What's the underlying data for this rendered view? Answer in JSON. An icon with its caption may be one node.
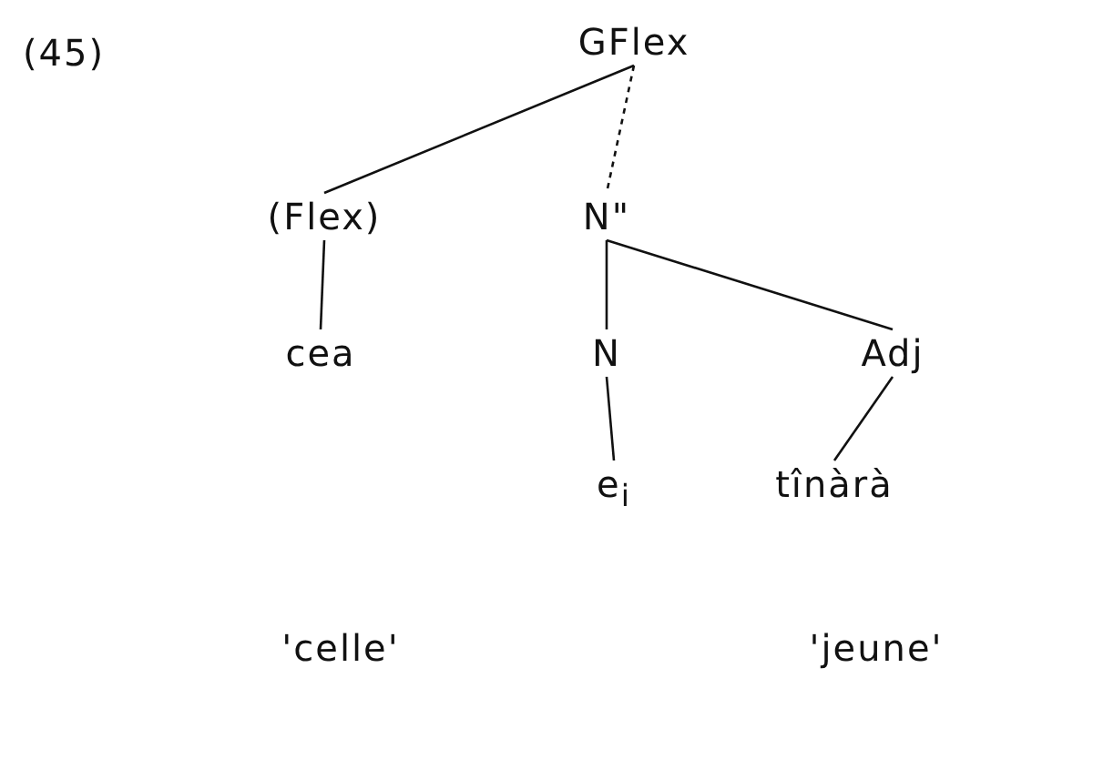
{
  "diagram": {
    "nodes": [
      {
        "text": [
          "GFlex"
        ]
      },
      {
        "text": [
          "(Flex)"
        ]
      },
      {
        "text": [
          "N\""
        ]
      },
      {
        "text": [
          "cea"
        ]
      },
      {
        "text": [
          "N"
        ]
      },
      {
        "text": [
          "Adj"
        ]
      },
      {
        "text": [
          "e$_{i}$"
        ]
      },
      {
        "text": [
          "tînàrà"
        ]
      }
    ],
    "edges": [
      {
        "from": 0,
        "to": 1,
        "arrow": "none"
      },
      {
        "from": 0,
        "to": 2,
        "arrow": "none",
        "style": "dashed"
      },
      {
        "from": 1,
        "to": 3,
        "arrow": "none"
      },
      {
        "from": 2,
        "to": 4,
        "arrow": "none"
      },
      {
        "from": 2,
        "to": 5,
        "arrow": "none"
      },
      {
        "from": 4,
        "to": 6,
        "arrow": "none"
      },
      {
        "from": 5,
        "to": 7,
        "arrow": "none"
      }
    ],
    "labels": [
      "(45)",
      "'celle'",
      "'jeune'"
    ]
  }
}
